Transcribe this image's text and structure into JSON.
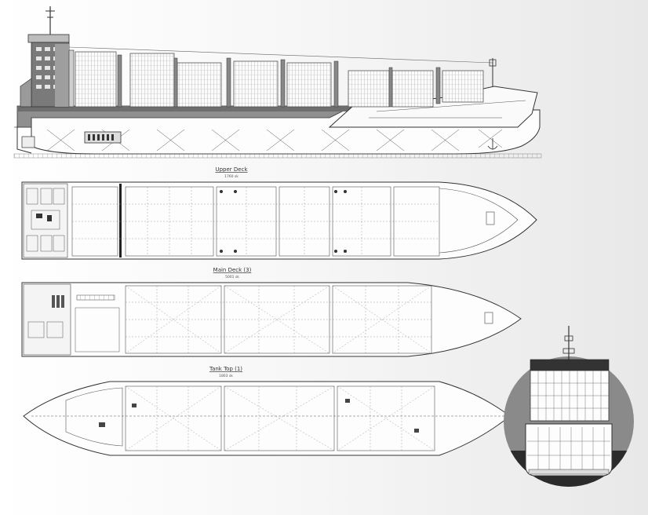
{
  "views": {
    "upper_deck": {
      "title": "Upper Deck",
      "note": "1760 sk"
    },
    "main_deck": {
      "title": "Main Deck (3)",
      "note": "5001 sk"
    },
    "tank_top": {
      "title": "Tank Top (1)",
      "note": "1803 sk"
    }
  },
  "colors": {
    "line": "#333333",
    "hull_gray": "#9a9a9a",
    "dark_gray": "#5a5a5a",
    "circle_bg": "#8c8c8c",
    "water": "#2b2b2b"
  }
}
